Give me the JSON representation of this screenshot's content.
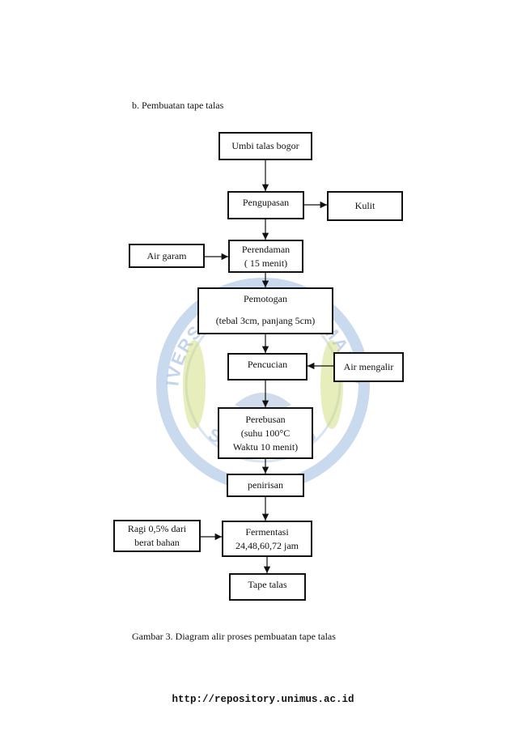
{
  "heading": "b.   Pembuatan tape talas",
  "watermark": {
    "top_text": "UNIVERSITAS MUHAMMADIYAH",
    "bottom_text": "SEMARANG",
    "colors": {
      "primary": "#9db9e0",
      "accent": "#c9d96a"
    }
  },
  "steps": {
    "umbi": "Umbi talas bogor",
    "pengupasan": "Pengupasan",
    "kulit": "Kulit",
    "air_garam": "Air garam",
    "perendaman": [
      "Perendaman",
      "( 15 menit)"
    ],
    "pemotogan": [
      "Pemotogan",
      "(tebal 3cm, panjang 5cm)"
    ],
    "pencucian": "Pencucian",
    "air_mengalir": "Air mengalir",
    "perebusan": [
      "Perebusan",
      "(suhu 100°C",
      "Waktu 10 menit)"
    ],
    "penirisan": "penirisan",
    "ragi": [
      "Ragi 0,5% dari",
      "berat bahan"
    ],
    "fermentasi": [
      "Fermentasi",
      "24,48,60,72 jam"
    ],
    "tape": "Tape talas"
  },
  "caption": "Gambar 3. Diagram alir proses pembuatan tape talas",
  "footer": "http://repository.unimus.ac.id"
}
